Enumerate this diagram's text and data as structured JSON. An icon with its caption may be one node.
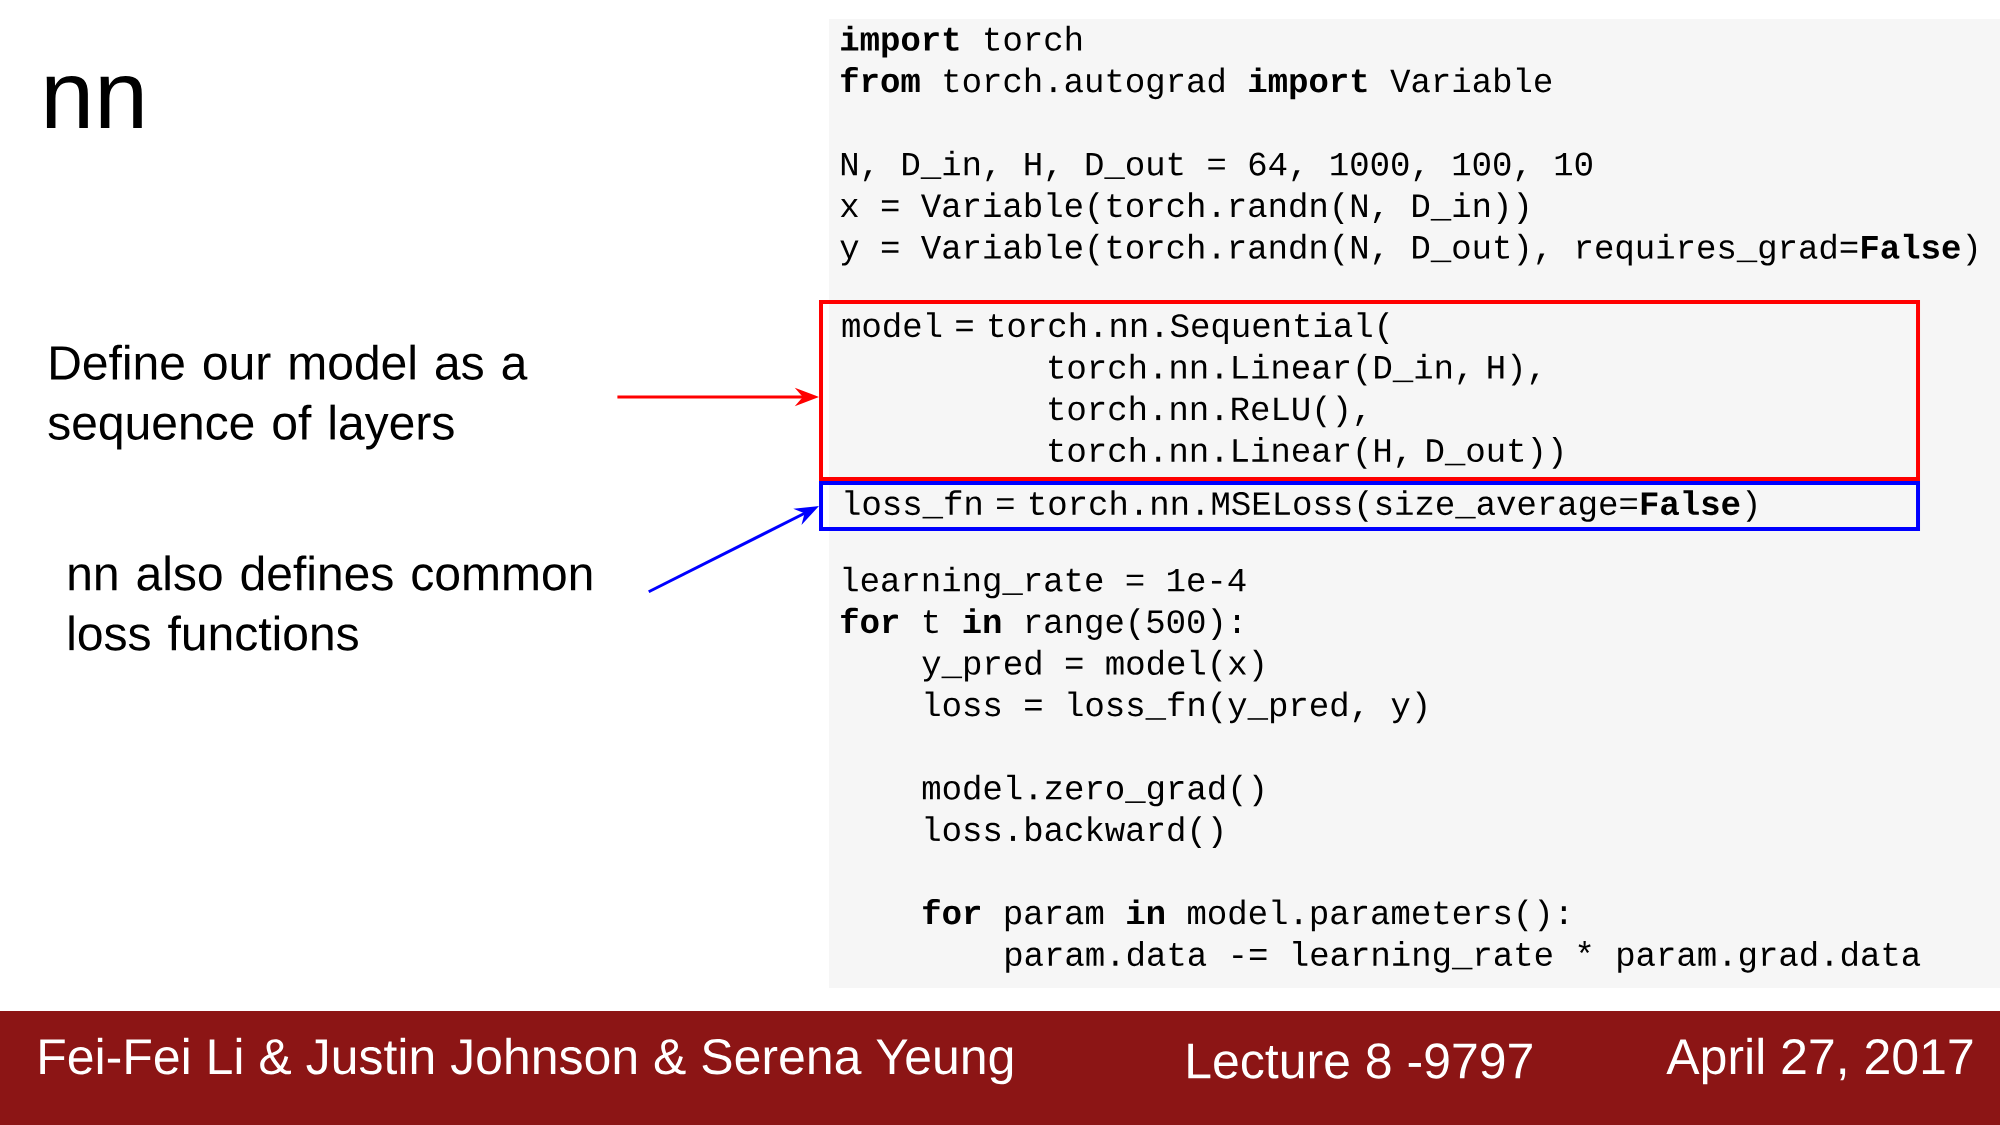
{
  "diagram": {
    "title": "nn",
    "nodes": [
      {
        "text": [
          "Define our model as a sequence of layers"
        ]
      },
      {
        "text": [
          "nn also defines common loss functions"
        ]
      },
      {
        "text": [
          "model = torch.nn.Sequential(",
          "torch.nn.Linear(D_in, H),",
          "torch.nn.ReLU(),",
          "torch.nn.Linear(H, D_out))"
        ]
      },
      {
        "text": [
          "loss_fn = torch.nn.MSELoss(size_average=**False**)"
        ]
      }
    ],
    "edges": [
      {
        "from": 0,
        "to": 2,
        "arrow": "to",
        "color": "#ff0000"
      },
      {
        "from": 1,
        "to": 3,
        "arrow": "to",
        "color": "#0000ff"
      }
    ],
    "labels": [
      "**import** torch",
      "**from** torch.autograd **import** Variable",
      "N, D_in, H, D_out = 64, 1000, 100, 10",
      "x = Variable(torch.randn(N, D_in))",
      "y = Variable(torch.randn(N, D_out), requires_grad=**False**)",
      "learning_rate = 1e-4",
      "**for** t **in** range(500):",
      "y_pred = model(x)",
      "loss = loss_fn(y_pred, y)",
      "model.zero_grad()",
      "loss.backward()",
      "**for** param **in** model.parameters():",
      "param.data -= learning_rate * param.grad.data",
      "Fei-Fei Li & Justin Johnson & Serena Yeung",
      "Lecture 8 -9797",
      "April 27, 2017"
    ]
  }
}
